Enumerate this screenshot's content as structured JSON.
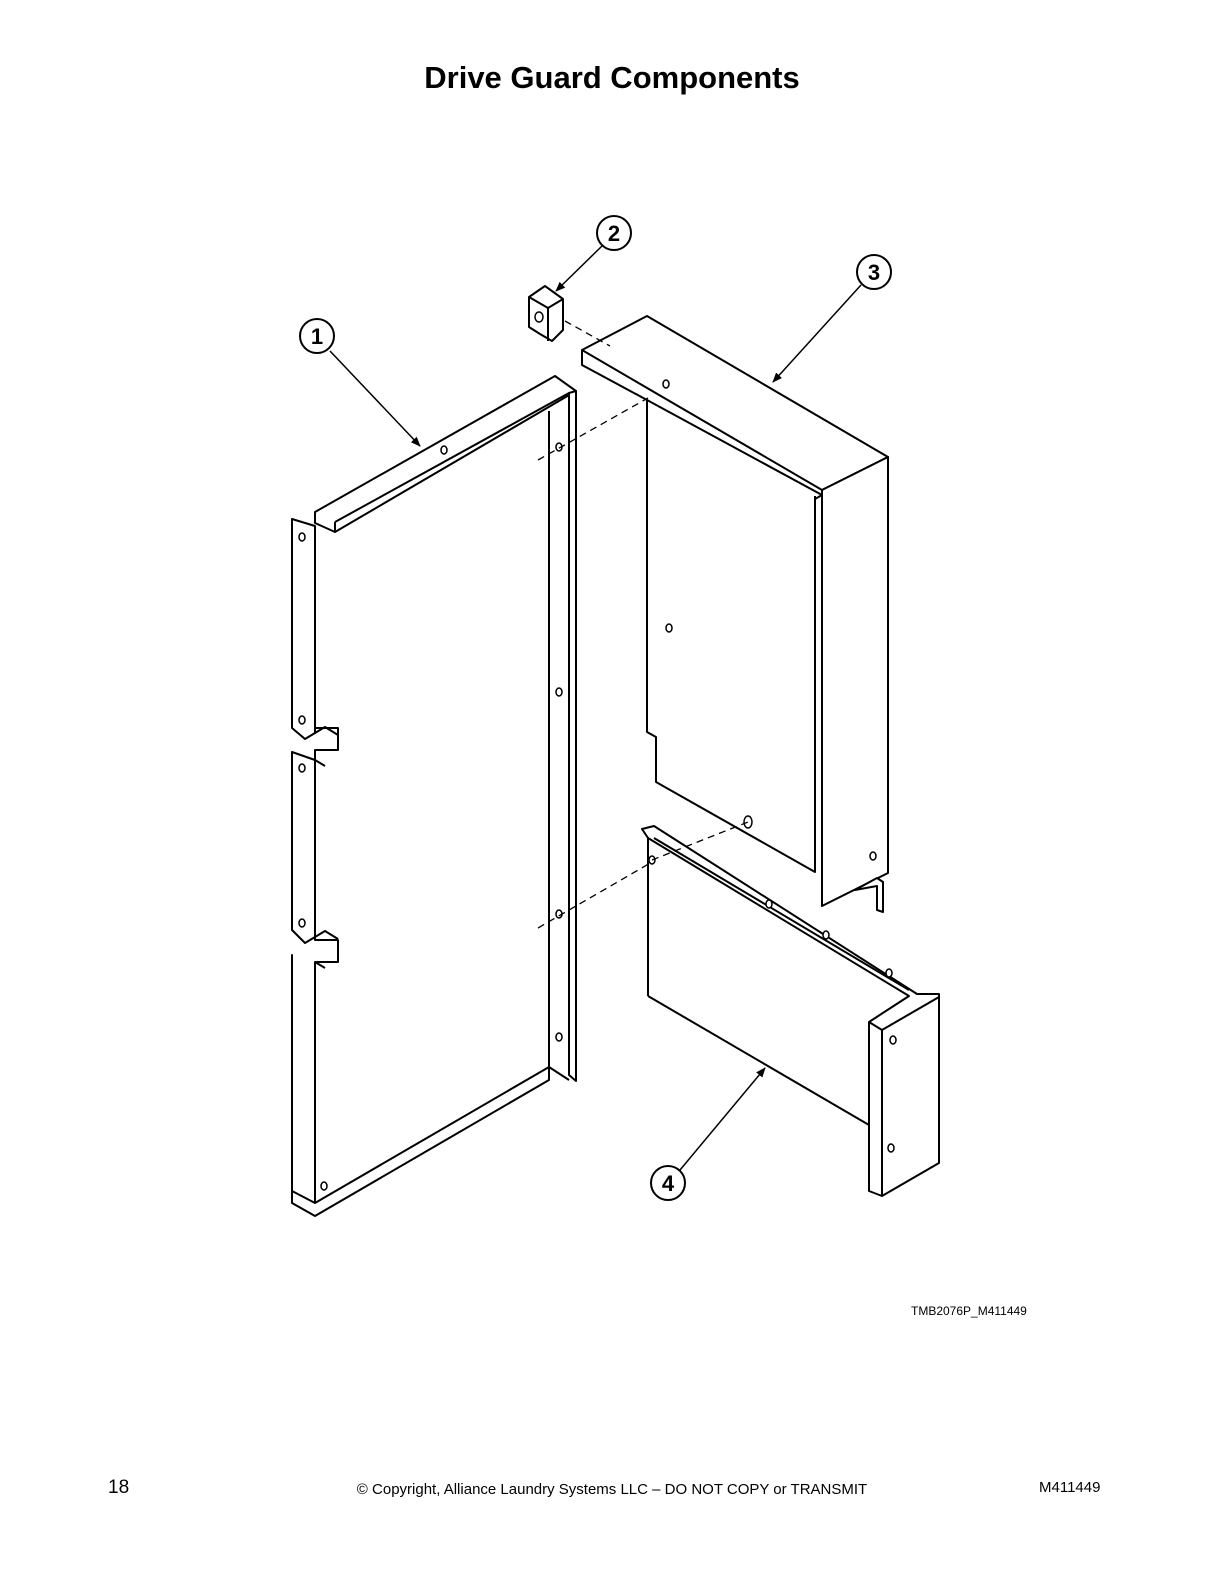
{
  "page": {
    "title": "Drive Guard Components",
    "drawing_code": "TMB2076P_M411449"
  },
  "callouts": [
    {
      "number": "1",
      "part": "side-guard-panel"
    },
    {
      "number": "2",
      "part": "clip"
    },
    {
      "number": "3",
      "part": "top-guard-cover"
    },
    {
      "number": "4",
      "part": "bottom-guard-tray"
    }
  ],
  "footer": {
    "page_number": "18",
    "copyright": "© Copyright, Alliance Laundry Systems LLC – DO NOT COPY or TRANSMIT",
    "document_number": "M411449"
  }
}
